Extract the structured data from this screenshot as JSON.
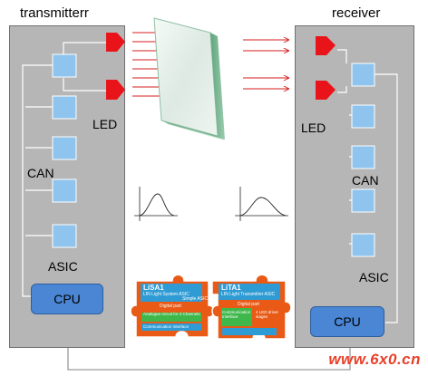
{
  "transmitter": {
    "title": "transmitterr",
    "led_label": "LED",
    "can_label": "CAN",
    "asic_label": "ASIC",
    "cpu_label": "CPU"
  },
  "receiver": {
    "title": "receiver",
    "led_label": "LED",
    "can_label": "CAN",
    "asic_label": "ASIC",
    "cpu_label": "CPU"
  },
  "puzzle": {
    "left_title": "LiSA1",
    "left_subtitle": "LIN Light System ASIC",
    "left_digital": "Digital part",
    "left_analog": "Analogue circuit for 2 Channels",
    "left_simple": "Simple ASIC",
    "left_comm": "Communication Interface",
    "right_title": "LiTA1",
    "right_subtitle": "LIN Light Transmitter ASIC",
    "right_digital": "Digital part",
    "right_comm": "Communication Interface",
    "right_driver": "4 LED driver stages"
  },
  "watermark": "www.6x0.cn",
  "colors": {
    "panel": "#b6b6b6",
    "box": "#8ec4ee",
    "led": "#e8141a",
    "arrow": "#d61e1e",
    "cpu": "#4a86d4",
    "watermark": "#e8402a"
  }
}
